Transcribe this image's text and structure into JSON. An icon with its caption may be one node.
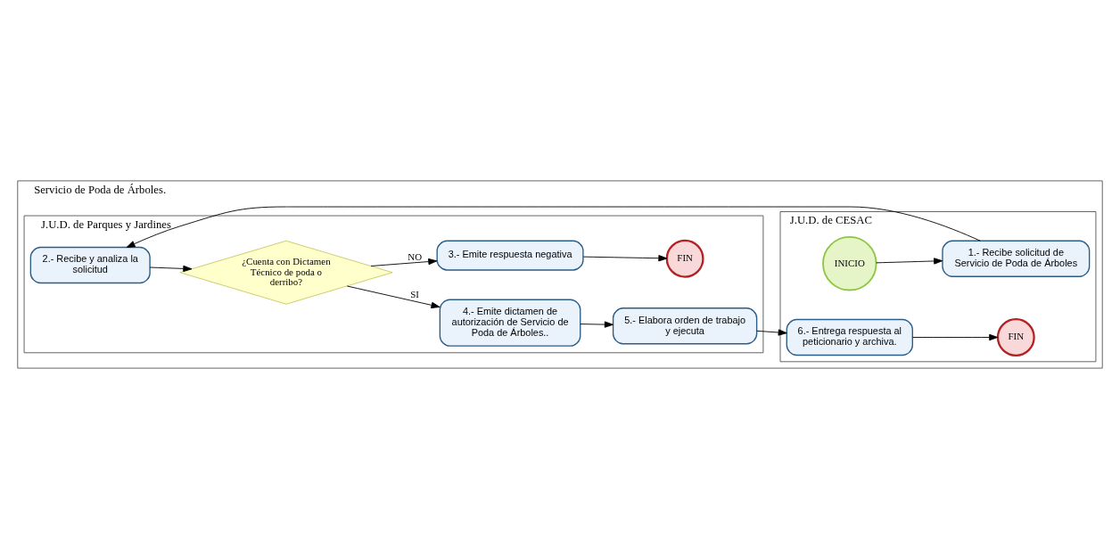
{
  "diagram": {
    "nodes": [
      {
        "text": [
          "Servicio de Poda de Árboles."
        ]
      },
      {
        "text": [
          "J.U.D. de CESAC"
        ],
        "in": 0
      },
      {
        "text": [
          "J.U.D. de Parques y Jardines"
        ],
        "in": 0
      },
      {
        "text": [
          "INICIO"
        ],
        "in": 1
      },
      {
        "text": [
          "1.- Recibe solicitud de Servicio de Poda de Árboles"
        ],
        "in": 1
      },
      {
        "text": [
          "6.- Entrega respuesta al peticionario y archiva."
        ],
        "in": 1
      },
      {
        "text": [
          "FIN"
        ],
        "in": 1
      },
      {
        "text": [
          "2.- Recibe y analiza la solicitud"
        ],
        "in": 2
      },
      {
        "text": [
          "¿Cuenta con Dictamen Técnico de poda o derribo?"
        ],
        "in": 2
      },
      {
        "text": [
          "4.- Emite dictamen de autorización de Servicio de Poda de Árboles.."
        ],
        "in": 2
      },
      {
        "text": [
          "5.- Elabora orden de trabajo y ejecuta"
        ],
        "in": 2
      },
      {
        "text": [
          "3.- Emite respuesta negativa"
        ],
        "in": 2
      },
      {
        "text": [
          "FIN"
        ],
        "in": 2
      }
    ],
    "edges": [
      {
        "from": 3,
        "to": 4,
        "arrow": "to"
      },
      {
        "from": 4,
        "to": 7,
        "arrow": "to"
      },
      {
        "from": 7,
        "to": 8,
        "arrow": "to"
      },
      {
        "from": 8,
        "to": 9,
        "arrow": "to",
        "label": "SI"
      },
      {
        "from": 8,
        "to": 11,
        "arrow": "to",
        "label": "NO"
      },
      {
        "from": 9,
        "to": 10,
        "arrow": "to"
      },
      {
        "from": 10,
        "to": 5,
        "arrow": "to"
      },
      {
        "from": 5,
        "to": 6,
        "arrow": "to"
      },
      {
        "from": 11,
        "to": 12,
        "arrow": "to"
      }
    ]
  }
}
